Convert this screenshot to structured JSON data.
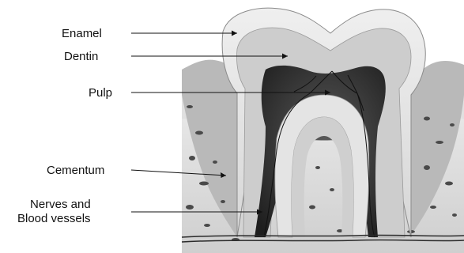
{
  "labels": {
    "enamel": "Enamel",
    "dentin": "Dentin",
    "pulp": "Pulp",
    "cementum": "Cementum",
    "nerves_line1": "Nerves and",
    "nerves_line2": "Blood vessels"
  },
  "colors": {
    "enamel": "#e2e2e2",
    "dentin": "#c9c9c9",
    "pulp": "#2e2e2e",
    "gum": "#b4b4b4",
    "bone": "#dcdcdc",
    "bone_spots": "#4a4a4a",
    "ink": "#111111"
  }
}
